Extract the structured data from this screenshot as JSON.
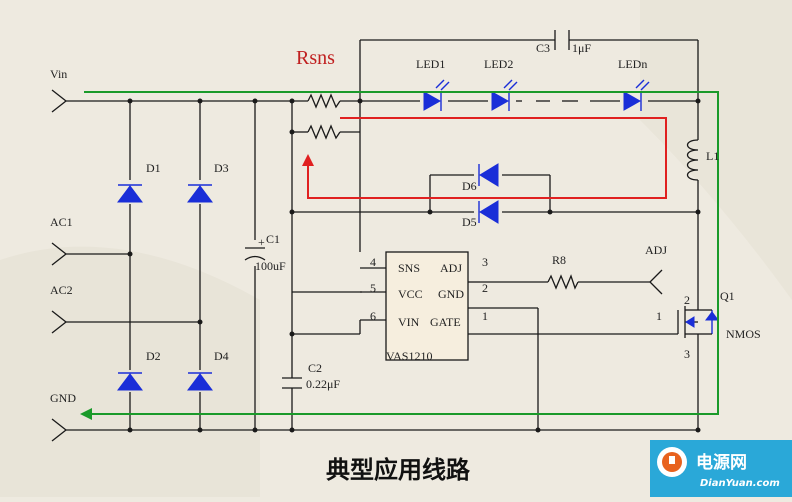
{
  "caption": "典型应用线路",
  "logo": {
    "cn": "电源网",
    "en": "DianYuan.com"
  },
  "terminals": {
    "vin": "Vin",
    "ac1": "AC1",
    "ac2": "AC2",
    "gnd": "GND",
    "adj": "ADJ"
  },
  "components": {
    "rsns": "Rsns",
    "c3": "C3",
    "c3_value": "1μF",
    "led1": "LED1",
    "led2": "LED2",
    "ledn": "LEDn",
    "l1": "L1",
    "d1": "D1",
    "d2": "D2",
    "d3": "D3",
    "d4": "D4",
    "d5": "D5",
    "d6": "D6",
    "c1": "C1",
    "c1_value": "100uF",
    "c2": "C2",
    "c2_value": "0.22μF",
    "r8": "R8",
    "q1": "Q1",
    "q1_type": "NMOS",
    "ic_name": "VAS1210"
  },
  "ic": {
    "pins_left": [
      {
        "num": "4",
        "name": "SNS"
      },
      {
        "num": "5",
        "name": "VCC"
      },
      {
        "num": "6",
        "name": "VIN"
      }
    ],
    "pins_right": [
      {
        "num": "3",
        "name": "ADJ"
      },
      {
        "num": "2",
        "name": "GND"
      },
      {
        "num": "1",
        "name": "GATE"
      }
    ]
  },
  "mosfet_pins": {
    "gate": "1",
    "drain": "2",
    "source": "3"
  },
  "colors": {
    "ground_path": "#1a9a2a",
    "current_path": "#e02020",
    "components": "#1a2ed8"
  }
}
